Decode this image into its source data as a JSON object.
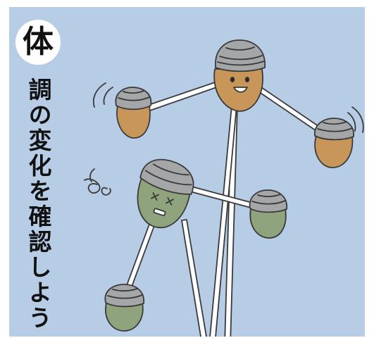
{
  "badge": {
    "char": "体"
  },
  "title": {
    "vertical_text": "調の変化を確認しよう"
  },
  "icons": {
    "badge": "circle-badge",
    "healthy_acorn": "acorn-face-smiling",
    "sick_acorn": "acorn-face-dizzy",
    "motion_lines": "motion-arcs",
    "dizzy_swirl": "dizzy-swirl"
  },
  "colors": {
    "background": "#b7cde6",
    "brown_acorn": "#c9965a",
    "green_acorn": "#8fa37c",
    "cap": "#a4a6a8",
    "outline": "#3a3a3a"
  }
}
